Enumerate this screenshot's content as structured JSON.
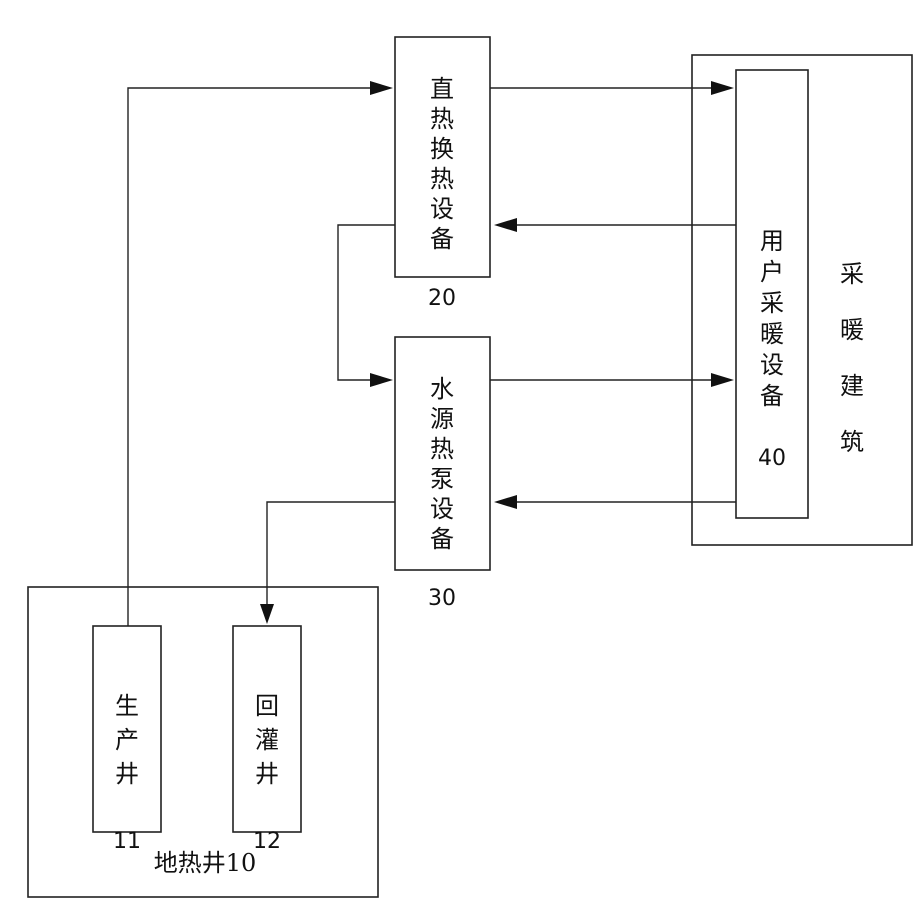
{
  "nodes": {
    "direct_hx": {
      "text": "直\n热\n换\n热\n设\n备",
      "number": "20"
    },
    "heat_pump": {
      "text": "水\n源\n热\n泵\n设\n备",
      "number": "30"
    },
    "user_heating": {
      "text": "用\n户\n采\n暖\n设\n备",
      "number": "40"
    },
    "building": {
      "text": "采\n暖\n建\n筑"
    },
    "production_well": {
      "text": "生\n产\n井",
      "number": "11"
    },
    "reinjection_well": {
      "text": "回\n灌\n井",
      "number": "12"
    },
    "geothermal_well": {
      "text": "地热井10"
    }
  }
}
